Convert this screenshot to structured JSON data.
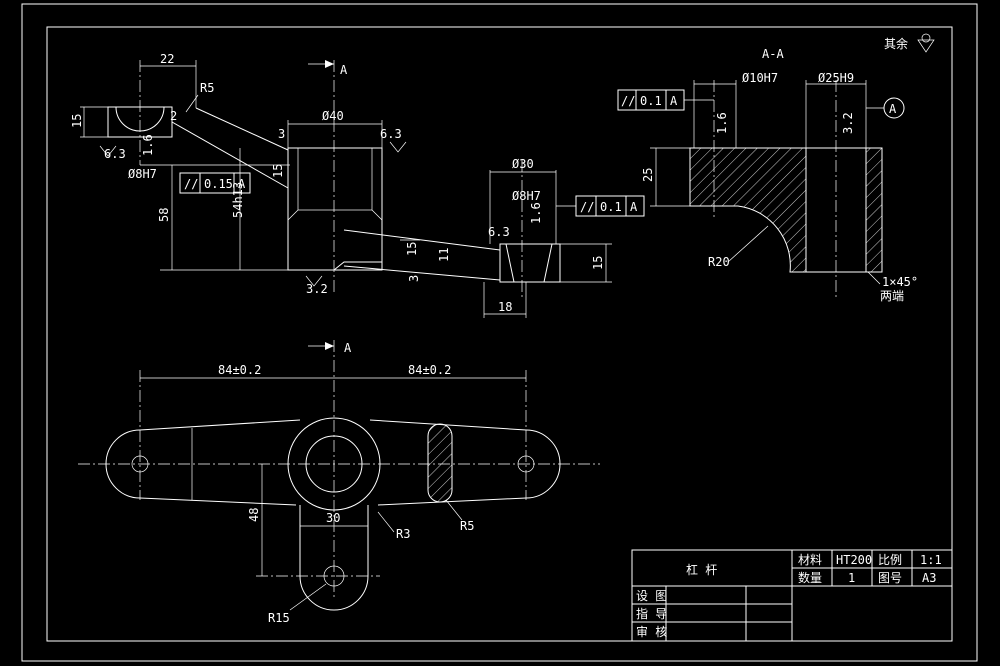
{
  "section_marks": {
    "top": "A",
    "bottom": "A",
    "view_title": "A-A"
  },
  "roughness_note": "其余",
  "dims": {
    "d22": "22",
    "r5_top": "R5",
    "d15_left": "15",
    "d2": "2",
    "d6_3_left": "6.3",
    "d1_6_left": "1.6",
    "d8h7": "Ø8H7",
    "d58": "58",
    "d54h13": "54h13",
    "d15_mid": "15",
    "d40": "Ø40",
    "d3": "3",
    "d6_3_top": "6.3",
    "d3_2": "3.2",
    "d30_top": "Ø30",
    "d8h7_right": "Ø8H7",
    "d1_6_right": "1.6",
    "d6_3_right": "6.3",
    "d15_r1": "15",
    "d11": "11",
    "d3_small": "3",
    "d15_r2": "15",
    "d18": "18",
    "d10h7": "Ø10H7",
    "d25h9": "Ø25H9",
    "d1_6_sec": "1.6",
    "d3_2_sec": "3.2",
    "d25": "25",
    "r20": "R20",
    "chamfer": "1×45°",
    "both_ends": "两端",
    "d84a": "84±0.2",
    "d84b": "84±0.2",
    "d48": "48",
    "d30_bot": "30",
    "r3": "R3",
    "r5_bot": "R5",
    "r15": "R15"
  },
  "tolerances": [
    {
      "sym": "//",
      "val": "0.15",
      "ref": "A"
    },
    {
      "sym": "//",
      "val": "0.1",
      "ref": "A"
    },
    {
      "sym": "//",
      "val": "0.1",
      "ref": "A"
    }
  ],
  "datum": "A",
  "title_block": {
    "part_name": "杠 杆",
    "material_label": "材料",
    "material": "HT200",
    "scale_label": "比例",
    "scale": "1:1",
    "qty_label": "数量",
    "qty": "1",
    "sheet_label": "图号",
    "sheet": "A3",
    "drawn": "设 图",
    "guide": "指 导",
    "check": "审 核"
  }
}
